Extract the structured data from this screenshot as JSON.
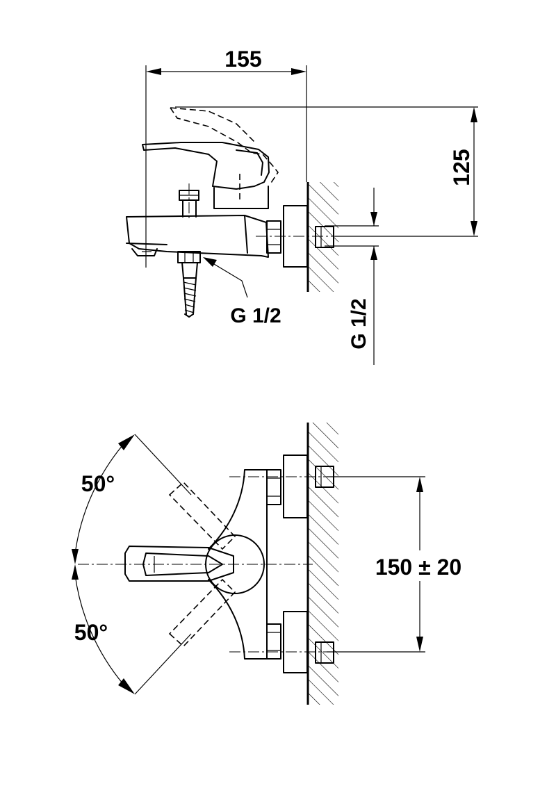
{
  "side_view": {
    "width_dimension": "155",
    "height_dimension": "125",
    "hose_thread_label": "G 1/2",
    "inlet_thread_label": "G 1/2"
  },
  "top_view": {
    "upper_angle": "50°",
    "lower_angle": "50°",
    "connection_spacing": "150 ± 20"
  }
}
